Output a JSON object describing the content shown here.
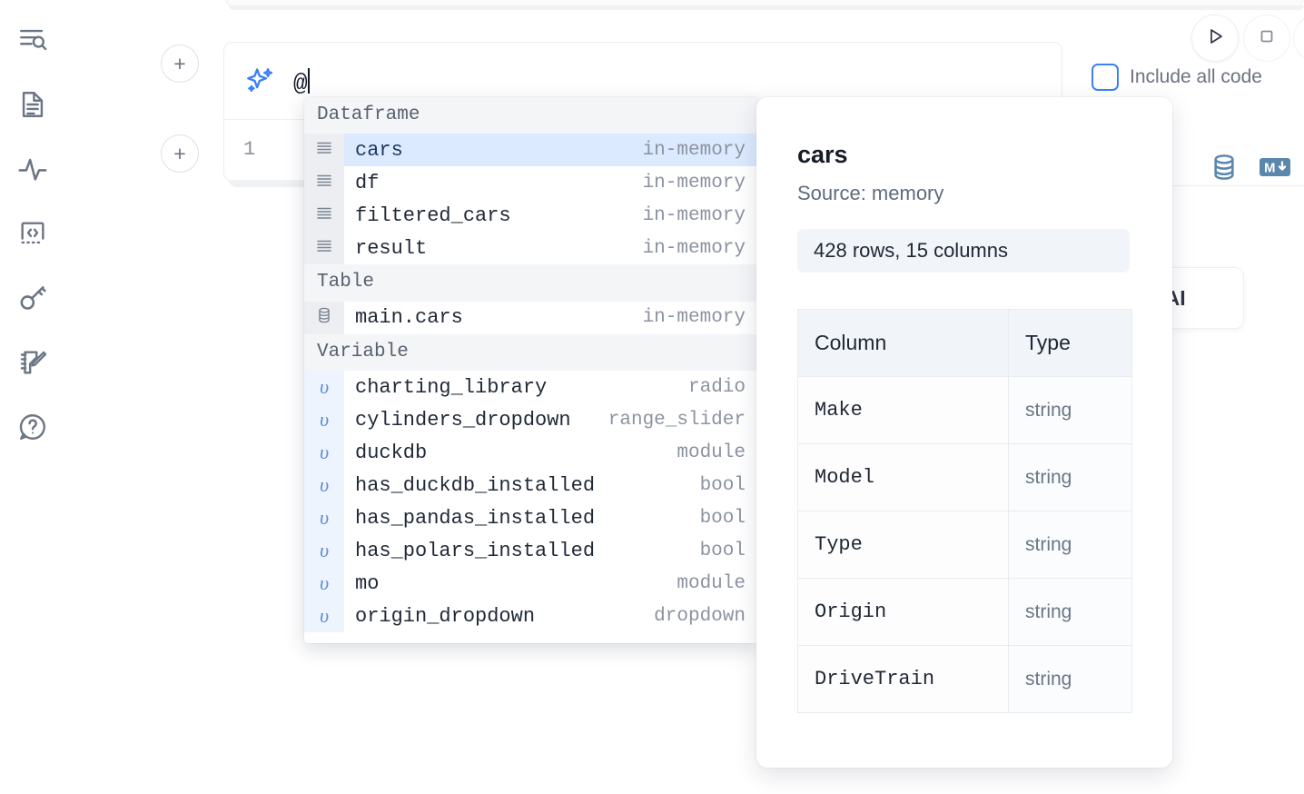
{
  "rail": {
    "items": [
      {
        "name": "file-explorer-icon",
        "label": "Explore files"
      },
      {
        "name": "document-outline-icon",
        "label": "Outline"
      },
      {
        "name": "activity-pulse-icon",
        "label": "Activity"
      },
      {
        "name": "code-snippets-icon",
        "label": "Snippets"
      },
      {
        "name": "secrets-key-icon",
        "label": "Secrets"
      },
      {
        "name": "scratchpad-edit-icon",
        "label": "Scratchpad"
      },
      {
        "name": "help-question-icon",
        "label": "Help"
      }
    ]
  },
  "toolbar": {
    "add_cell_label": "+",
    "run_label": "Run",
    "stop_label": "Stop",
    "include_all_code_label": "Include all code",
    "include_all_code_checked": false,
    "accent_color": "#3b82f6",
    "sql_icon_color": "#5b87ad",
    "markdown_icon_label": "M",
    "ai_chip_label": "h AI"
  },
  "ai_prompt": {
    "value": "@",
    "icon": "sparkles-icon"
  },
  "editor": {
    "line_number": "1"
  },
  "autocomplete": {
    "groups": [
      {
        "label": "Dataframe",
        "items": [
          {
            "icon": "dataframe-icon",
            "name": "cars",
            "type": "in-memory",
            "selected": true,
            "kind": "df"
          },
          {
            "icon": "dataframe-icon",
            "name": "df",
            "type": "in-memory",
            "selected": false,
            "kind": "df"
          },
          {
            "icon": "dataframe-icon",
            "name": "filtered_cars",
            "type": "in-memory",
            "selected": false,
            "kind": "df"
          },
          {
            "icon": "dataframe-icon",
            "name": "result",
            "type": "in-memory",
            "selected": false,
            "kind": "df"
          }
        ]
      },
      {
        "label": "Table",
        "items": [
          {
            "icon": "database-icon",
            "name": "main.cars",
            "type": "in-memory",
            "selected": false,
            "kind": "table"
          }
        ]
      },
      {
        "label": "Variable",
        "items": [
          {
            "icon": "variable-icon",
            "name": "charting_library",
            "type": "radio",
            "selected": false,
            "kind": "var"
          },
          {
            "icon": "variable-icon",
            "name": "cylinders_dropdown",
            "type": "range_slider",
            "selected": false,
            "kind": "var"
          },
          {
            "icon": "variable-icon",
            "name": "duckdb",
            "type": "module",
            "selected": false,
            "kind": "var"
          },
          {
            "icon": "variable-icon",
            "name": "has_duckdb_installed",
            "type": "bool",
            "selected": false,
            "kind": "var"
          },
          {
            "icon": "variable-icon",
            "name": "has_pandas_installed",
            "type": "bool",
            "selected": false,
            "kind": "var"
          },
          {
            "icon": "variable-icon",
            "name": "has_polars_installed",
            "type": "bool",
            "selected": false,
            "kind": "var"
          },
          {
            "icon": "variable-icon",
            "name": "mo",
            "type": "module",
            "selected": false,
            "kind": "var"
          },
          {
            "icon": "variable-icon",
            "name": "origin_dropdown",
            "type": "dropdown",
            "selected": false,
            "kind": "var"
          }
        ]
      }
    ]
  },
  "info_panel": {
    "title": "cars",
    "source": "Source: memory",
    "shape": "428 rows, 15 columns",
    "table": {
      "headers": [
        "Column",
        "Type"
      ],
      "rows": [
        [
          "Make",
          "string"
        ],
        [
          "Model",
          "string"
        ],
        [
          "Type",
          "string"
        ],
        [
          "Origin",
          "string"
        ],
        [
          "DriveTrain",
          "string"
        ]
      ]
    }
  }
}
